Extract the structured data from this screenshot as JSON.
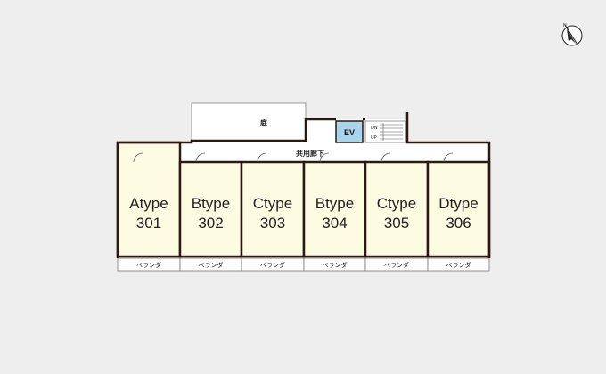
{
  "colors": {
    "background": "#eeeeee",
    "unit_fill": "#fdfbe2",
    "corridor_fill": "#ffffff",
    "garden_fill": "#ffffff",
    "ev_fill": "#a8d4ec",
    "wall": "#2a1a12",
    "balcony_fill": "#ffffff"
  },
  "compass": {
    "icon": "north-arrow-icon",
    "label": "N"
  },
  "labels": {
    "garden": "庭",
    "corridor": "共用廊下",
    "ev": "EV",
    "stair_up": "UP",
    "stair_dn": "DN"
  },
  "units": [
    {
      "type": "Atype",
      "number": "301",
      "balcony": "ベランダ"
    },
    {
      "type": "Btype",
      "number": "302",
      "balcony": "ベランダ"
    },
    {
      "type": "Ctype",
      "number": "303",
      "balcony": "ベランダ"
    },
    {
      "type": "Btype",
      "number": "304",
      "balcony": "ベランダ"
    },
    {
      "type": "Ctype",
      "number": "305",
      "balcony": "ベランダ"
    },
    {
      "type": "Dtype",
      "number": "306",
      "balcony": "ベランダ"
    }
  ]
}
